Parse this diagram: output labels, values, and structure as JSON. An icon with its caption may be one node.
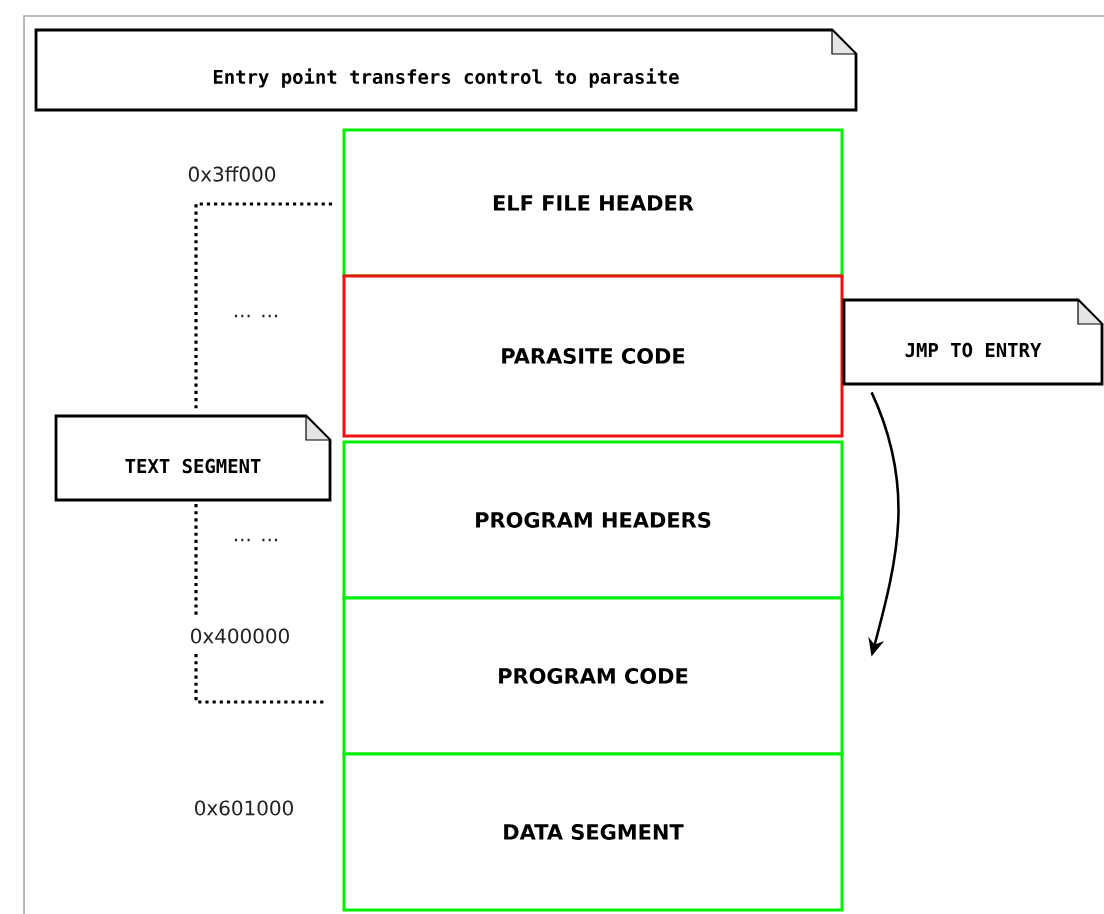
{
  "diagram": {
    "nodes": [
      {
        "text": [
          "Entry point transfers control to parasite"
        ]
      },
      {
        "text": [
          "ELF FILE HEADER"
        ]
      },
      {
        "text": [
          "PARASITE CODE"
        ]
      },
      {
        "text": [
          "JMP TO ENTRY"
        ]
      },
      {
        "text": [
          "TEXT SEGMENT"
        ]
      },
      {
        "text": [
          "PROGRAM HEADERS"
        ]
      },
      {
        "text": [
          "PROGRAM CODE"
        ]
      },
      {
        "text": [
          "DATA SEGMENT"
        ]
      }
    ],
    "edges": [
      {
        "from": 3,
        "to": 6,
        "arrow": "to"
      }
    ],
    "labels": [
      "0x3ff000",
      "... ...",
      "... ...",
      "0x400000",
      "0x601000"
    ]
  }
}
